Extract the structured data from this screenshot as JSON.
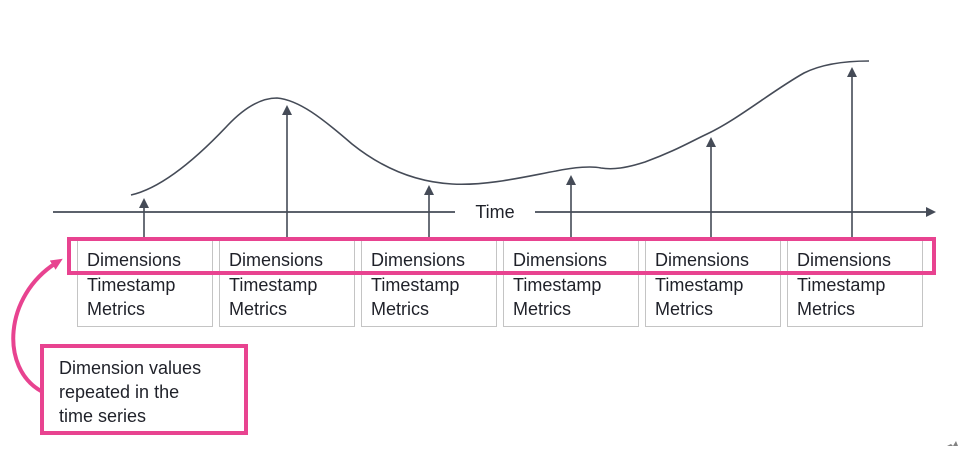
{
  "colors": {
    "accent": "#e84390",
    "line": "#454b57",
    "box_border": "#c4c4c4",
    "text": "#1f2129"
  },
  "axis": {
    "label": "Time"
  },
  "series_boxes": [
    {
      "fields": [
        "Dimensions",
        "Timestamp",
        "Metrics"
      ]
    },
    {
      "fields": [
        "Dimensions",
        "Timestamp",
        "Metrics"
      ]
    },
    {
      "fields": [
        "Dimensions",
        "Timestamp",
        "Metrics"
      ]
    },
    {
      "fields": [
        "Dimensions",
        "Timestamp",
        "Metrics"
      ]
    },
    {
      "fields": [
        "Dimensions",
        "Timestamp",
        "Metrics"
      ]
    },
    {
      "fields": [
        "Dimensions",
        "Timestamp",
        "Metrics"
      ]
    }
  ],
  "callout": {
    "lines": [
      "Dimension values",
      "repeated in the",
      "time series"
    ]
  }
}
